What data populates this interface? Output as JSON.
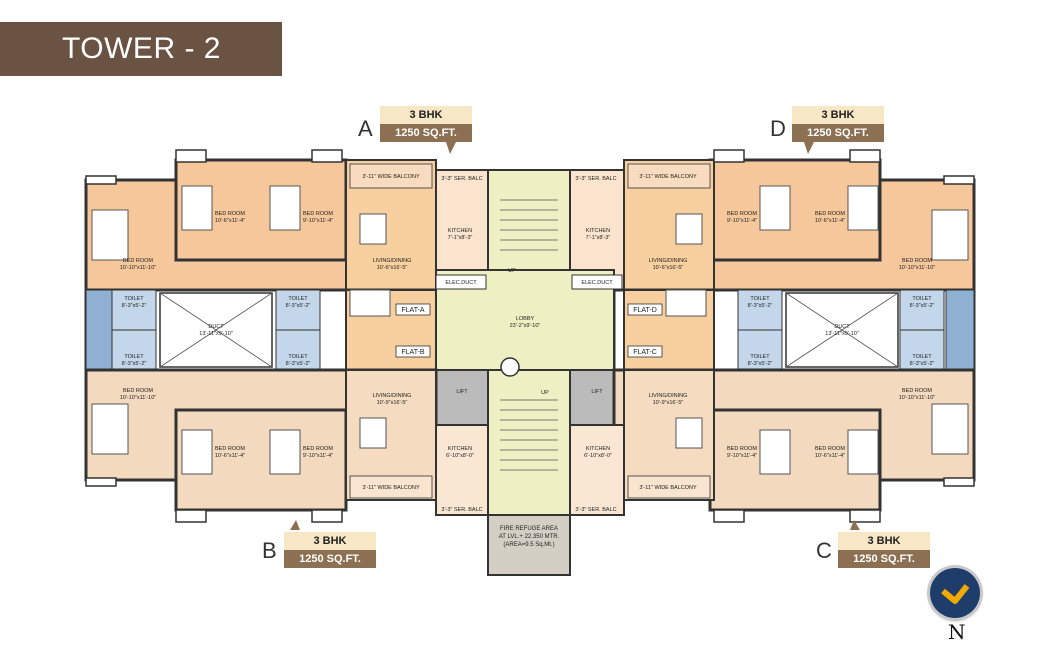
{
  "title": "TOWER - 2",
  "flats": {
    "A": {
      "letter": "A",
      "type": "3 BHK",
      "area": "1250 SQ.FT.",
      "label": "FLAT-A"
    },
    "B": {
      "letter": "B",
      "type": "3 BHK",
      "area": "1250 SQ.FT.",
      "label": "FLAT-B"
    },
    "C": {
      "letter": "C",
      "type": "3 BHK",
      "area": "1250 SQ.FT.",
      "label": "FLAT-C"
    },
    "D": {
      "letter": "D",
      "type": "3 BHK",
      "area": "1250 SQ.FT.",
      "label": "FLAT-D"
    }
  },
  "rooms": {
    "bedroom": "BED ROOM",
    "bed_dim_1": "10'-6\"x11'-4\"",
    "bed_dim_2": "9'-10\"x11'-4\"",
    "bed_dim_3": "10'-10\"x11'-10\"",
    "balcony": "3'-11\" WIDE BALCONY",
    "ser_balc": "3'-3\" SER. BALC",
    "kitchen": "KITCHEN",
    "kitchen_dim_top": "7'-1\"x8'-3\"",
    "kitchen_dim_bottom": "6'-10\"x8'-0\"",
    "living": "LIVING/DINING",
    "living_dim_top": "10'-6\"x16'-5\"",
    "living_dim_bottom": "10'-9\"x16'-5\"",
    "toilet": "TOILET",
    "toilet_dim": "8'-3\"x5'-2\"",
    "duct": "DUCT",
    "duct_dim": "13'-11\"x9'-10\"",
    "elec_duct": "ELEC.DUCT",
    "lobby": "LOBBY",
    "lobby_dim": "23'-2\"x9'-10\"",
    "lift": "LIFT",
    "up": "UP",
    "fire_1": "FIRE REFUGE AREA",
    "fire_2": "AT LVL.+ 22.350 MTR.",
    "fire_3": "(AREA=9.5 Sq.Mt.)"
  },
  "compass": {
    "direction": "N"
  },
  "colors": {
    "title_bg": "#6b5344",
    "bedroom_fill": "#f6c79a",
    "bottom_fill": "#f3d9bd",
    "lobby_fill": "#eef0c4",
    "toilet_fill": "#8fb0d3",
    "tag_top": "#f7e7c4",
    "tag_bottom": "#8c7051",
    "compass": "#1f3d6b"
  }
}
